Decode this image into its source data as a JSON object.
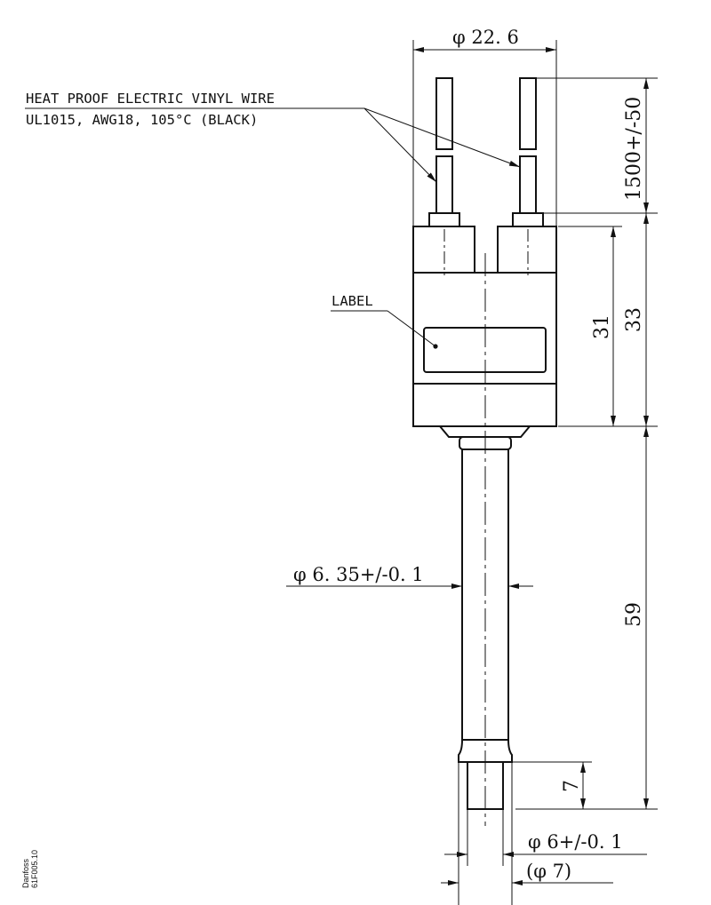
{
  "drawing": {
    "wire_note": {
      "line1": "HEAT PROOF ELECTRIC VINYL WIRE",
      "line2": "UL1015, AWG18, 105°C (BLACK)"
    },
    "label_callout": "LABEL",
    "dimensions": {
      "body_diameter": "φ 22. 6",
      "wire_length": "1500+/-50",
      "body_height_inner": "31",
      "body_height_outer": "33",
      "tube_diameter": "φ 6. 35+/-0. 1",
      "tube_length": "59",
      "end_length": "7",
      "end_diameter": "φ 6+/-0. 1",
      "end_ref_diameter": "(φ 7)"
    },
    "footer": {
      "brand": "Danfoss",
      "code": "61F005.10"
    }
  }
}
